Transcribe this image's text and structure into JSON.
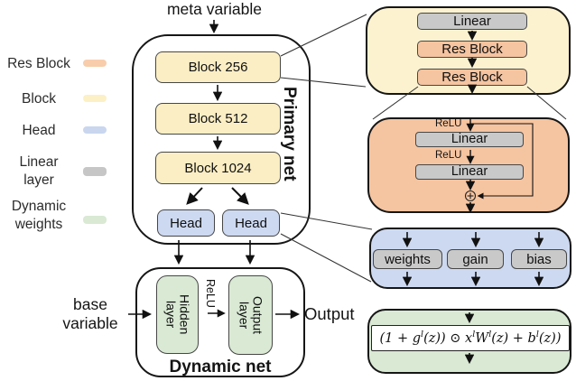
{
  "colors": {
    "panel_yellow": "#fcf2cf",
    "block_yellow": "#fbeec4",
    "res_orange": "#f5c4a0",
    "head_blue": "#cdd9f1",
    "linear_gray": "#c9c9c9",
    "dynamic_green": "#d9e9d4",
    "formula_white": "#ffffff"
  },
  "legend": {
    "items": [
      {
        "line1": "Res Block",
        "color": "#f8cdab"
      },
      {
        "line1": "Block",
        "color": "#fcf0c6"
      },
      {
        "line1": "Head",
        "color": "#c9d6ee"
      },
      {
        "line1": "Linear",
        "line2": "layer",
        "color": "#c6c6c6"
      },
      {
        "line1": "Dynamic",
        "line2": "weights",
        "color": "#d9e9d4"
      }
    ]
  },
  "primary_net": {
    "title": "Primary net",
    "input_label": "meta variable",
    "blocks": [
      "Block 256",
      "Block 512",
      "Block 1024"
    ],
    "heads": [
      "Head",
      "Head"
    ]
  },
  "dynamic_net": {
    "title": "Dynamic net",
    "input_line1": "base",
    "input_line2": "variable",
    "hidden_layer": "Hidden\nlayer",
    "relu": "ReLU",
    "output_layer": "Output\nlayer",
    "output_label": "Output"
  },
  "block_detail": {
    "linear": "Linear",
    "res1": "Res Block",
    "res2": "Res Block"
  },
  "res_detail": {
    "relu1": "ReLU",
    "linear1": "Linear",
    "relu2": "ReLU",
    "linear2": "Linear",
    "sum_icon": "circled-plus"
  },
  "head_detail": {
    "weights": "weights",
    "gain": "gain",
    "bias": "bias"
  },
  "formula": {
    "p1": "(1 + g",
    "s1": "l",
    "p2": "(z)) ⊙ x",
    "s2": "l",
    "p3": "W",
    "s3": "l",
    "p4": "(z) + b",
    "s4": "l",
    "p5": "(z))"
  }
}
